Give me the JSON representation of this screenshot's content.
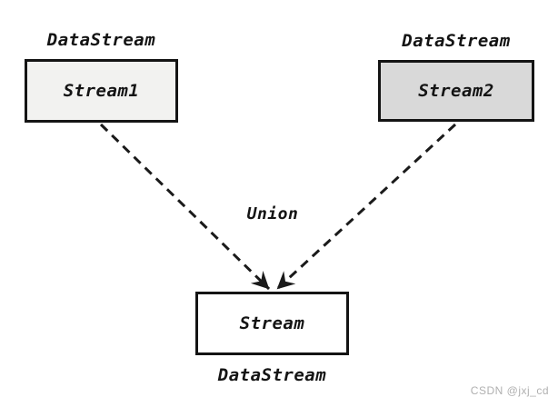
{
  "diagram": {
    "nodes": [
      {
        "id": "stream1",
        "label": "Stream1",
        "type_label": "DataStream",
        "fill": "#f2f2f0"
      },
      {
        "id": "stream2",
        "label": "Stream2",
        "type_label": "DataStream",
        "fill": "#d9d9d9"
      },
      {
        "id": "stream",
        "label": "Stream",
        "type_label": "DataStream",
        "fill": "#ffffff"
      }
    ],
    "edges": [
      {
        "from": "stream1",
        "to": "stream",
        "style": "dashed-arrow"
      },
      {
        "from": "stream2",
        "to": "stream",
        "style": "dashed-arrow"
      }
    ],
    "operation_label": "Union",
    "colors": {
      "line": "#1a1a1a",
      "node_border": "#141414",
      "background": "#ffffff"
    }
  },
  "watermark": {
    "text": "CSDN @jxj_cd",
    "color": "#b0b0b0"
  }
}
